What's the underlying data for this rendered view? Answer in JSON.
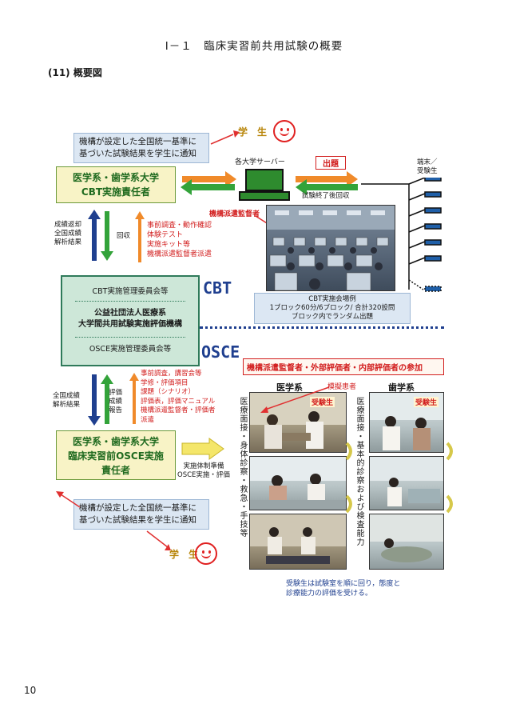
{
  "header": {
    "title": "Ⅰ－１　臨床実習前共用試験の概要",
    "subtitle": "(11) 概要図"
  },
  "cbt": {
    "notice_top": "機構が設定した全国統一基準に\n基づいた試験結果を学生に通知",
    "student_label": "学　生",
    "server_label": "各大学サーバー",
    "question_label": "出題",
    "terminal_label": "端末／\n受験生",
    "collect_label": "試験終了後回収",
    "univ_box": "医学系・歯学系大学\nCBT実施責任者",
    "left_labels": "成績返却\n全国成績\n解析結果",
    "collect_small": "回収",
    "tasks": "事前調査・動作確認\n体験テスト\n実施キット等\n機構派遣監督者派遣",
    "proctor_label": "機構派遣監督者",
    "venue_caption": "CBT実施会場例\n1ブロック60分/6ブロック/ 合計320設問\nブロック内でランダム出題",
    "section_label": "CBT"
  },
  "center": {
    "item1": "CBT実施管理委員会等",
    "item2": "公益社団法人医療系\n大学間共用試験実施評価機構",
    "item3": "OSCE実施管理委員会等"
  },
  "osce": {
    "section_label": "OSCE",
    "banner": "機構派遣監督者・外部評価者・内部評価者の参加",
    "left_labels": "全国成績\n解析結果",
    "eval_labels": "評価\n成績\n報告",
    "tasks": "事前調査，講習会等\n学修・評価項目\n課題（シナリオ）\n評価表，評価マニュアル\n機構派遣監督者・評価者\n派遣",
    "univ_box": "医学系・歯学系大学\n臨床実習前OSCE実施\n責任者",
    "prep_label": "実施体制準備\nOSCE実施・評価",
    "medical_label": "医学系",
    "dental_label": "歯学系",
    "sim_patient": "模擬患者",
    "examinee_a": "受験生",
    "examinee_b": "受験生",
    "vertical_med": "医療面接・身体診察・救急・手技等",
    "vertical_dent": "医療面接・基本的診察および検査能力",
    "notice_bottom": "機構が設定した全国統一基準に\n基づいた試験結果を学生に通知",
    "student_label": "学　生",
    "bottom_caption": "受験生は試験室を順に回り，態度と\n診療能力の評価を受ける。"
  },
  "footer": {
    "page_number": "10"
  }
}
